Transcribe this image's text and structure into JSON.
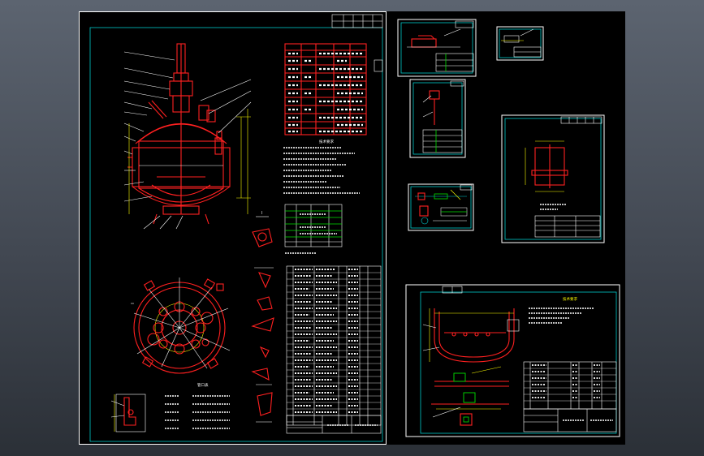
{
  "colors": {
    "viewport_bg_top": "#5c6470",
    "viewport_bg_bottom": "#2b3037",
    "drawing_bg": "#000000",
    "frame": "#ffffff",
    "inner_border": "#00c8c8",
    "part_outline": "#ff2020",
    "dimension": "#ffff00",
    "table_highlight": "#00e000"
  },
  "icons": [
    "reactor-assembly-drawing",
    "top-view-drawing",
    "detail-drawing",
    "title-block"
  ],
  "labels": {
    "main_notes_heading": "技术要求",
    "top_view_heading": "管口表",
    "jacket_notes_heading": "技术要求"
  }
}
